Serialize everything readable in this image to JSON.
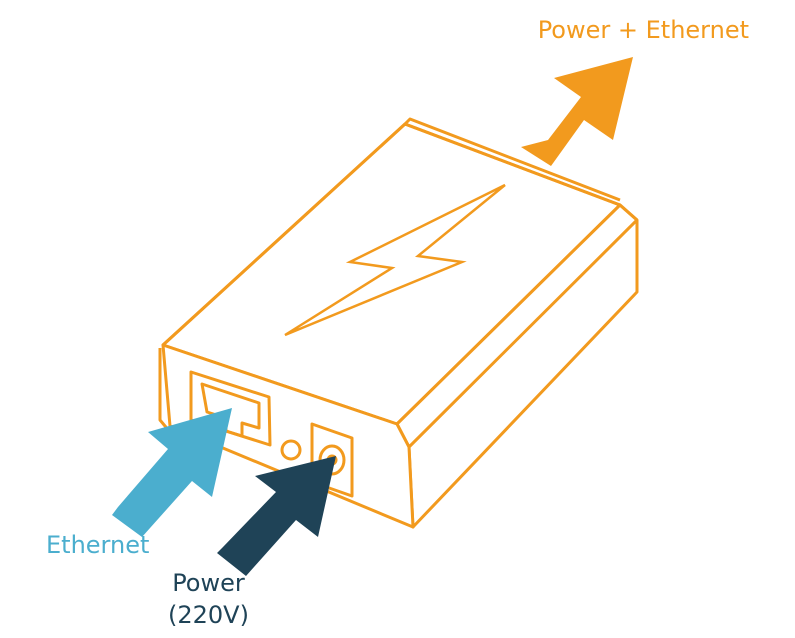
{
  "diagram": {
    "title": "Power over Ethernet (PoE) injector",
    "output_label": "Power + Ethernet",
    "ethernet_label": "Ethernet",
    "power_label": "Power",
    "power_voltage": "(220V)"
  },
  "colors": {
    "device_outline": "#F29A1E",
    "output_arrow": "#F29A1E",
    "ethernet_arrow": "#4BAECE",
    "power_arrow": "#1F4357",
    "background": "#FFFFFF"
  },
  "icons": {
    "device": "poe-injector-icon",
    "lightning": "lightning-bolt-icon",
    "ethernet_port": "rj45-port-icon",
    "power_port": "dc-power-jack-icon",
    "led": "status-led-icon"
  }
}
